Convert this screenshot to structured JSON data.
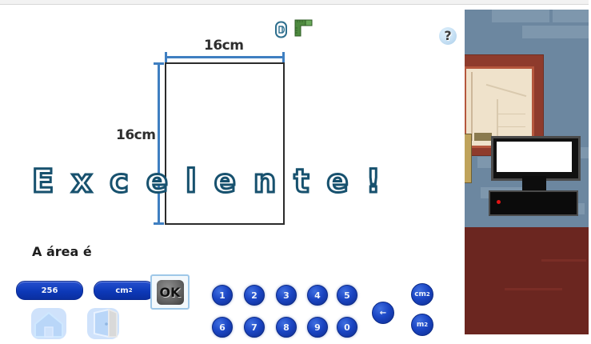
{
  "app": {
    "title": "Area Exercise",
    "language": "pt-BR"
  },
  "toolbar": {
    "sound_icon": "sound-icon",
    "ruler_icon": "ruler-icon",
    "help_icon": "help-icon",
    "help_glyph": "?"
  },
  "figure": {
    "shape": "rectangle",
    "width_label": "16cm",
    "height_label": "16cm",
    "dimension_color": "#3f7fc1",
    "outline_color": "#2b2b2b"
  },
  "feedback": {
    "message": "Excelente!",
    "letters": [
      "E",
      "x",
      "c",
      "e",
      "l",
      "e",
      "n",
      "t",
      "e",
      "!"
    ],
    "stroke_color": "#17516e"
  },
  "answer": {
    "prompt": "A área é",
    "value": "256",
    "unit": "cm",
    "unit_exponent": "2",
    "confirm_label": "OK"
  },
  "keypad": {
    "row1": [
      "1",
      "2",
      "3",
      "4",
      "5"
    ],
    "row2": [
      "6",
      "7",
      "8",
      "9",
      "0"
    ],
    "backspace_label": "←",
    "unit_buttons": [
      {
        "name": "unit-cm2",
        "base": "cm",
        "exp": "2"
      },
      {
        "name": "unit-m2",
        "base": "m",
        "exp": "2"
      }
    ]
  },
  "navigation": {
    "home_label": "home-icon",
    "exit_label": "exit-icon"
  },
  "scene": {
    "description": "room-illustration",
    "wall_color": "#6c87a0",
    "brick_color": "#7e97ad",
    "lower_wall_color": "#6b2620",
    "frame_color": "#8e3b2c",
    "tv_screen_color": "#ffffff",
    "led_color": "#e31414"
  }
}
